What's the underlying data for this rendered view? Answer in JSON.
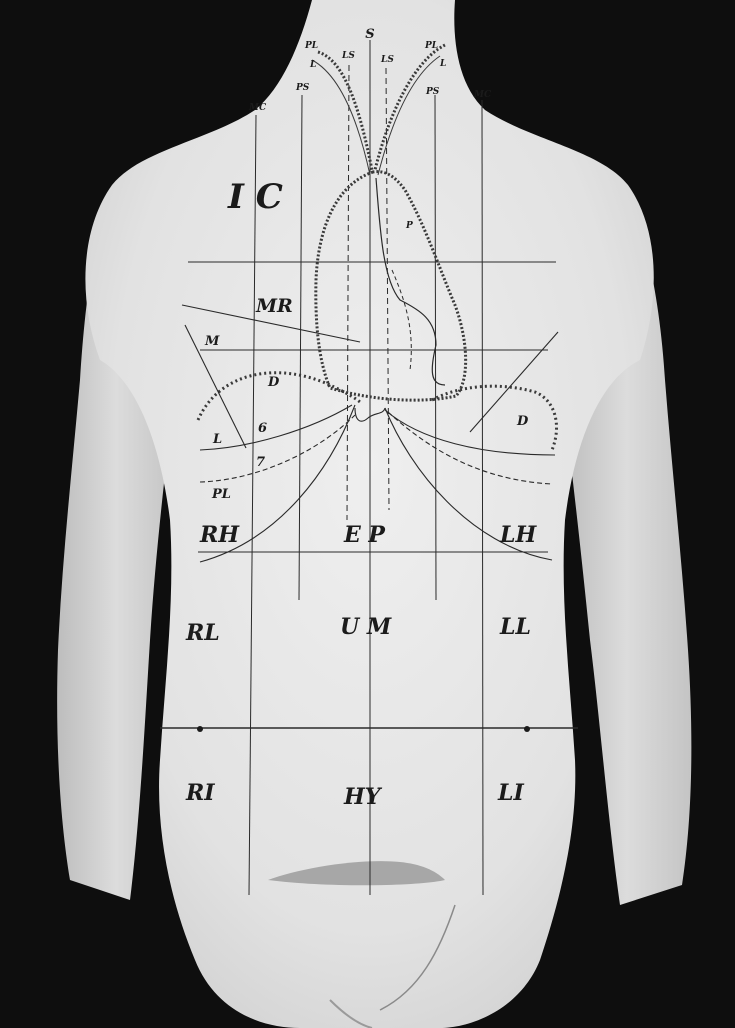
{
  "labels": {
    "S": "S",
    "PL": "PL",
    "L": "L",
    "LS": "LS",
    "PS": "PS",
    "MC": "MC",
    "P": "P",
    "IC": "I C",
    "MR": "MR",
    "M": "M",
    "D": "D",
    "six": "6",
    "seven": "7",
    "RH": "RH",
    "EP": "E P",
    "LH": "LH",
    "RL": "RL",
    "UM": "U M",
    "LL": "LL",
    "RI": "RI",
    "HY": "HY",
    "LI": "LI"
  },
  "colors": {
    "background": "#0e0e0e",
    "skin": "#e6e6e6",
    "line": "#2a2a2a"
  }
}
